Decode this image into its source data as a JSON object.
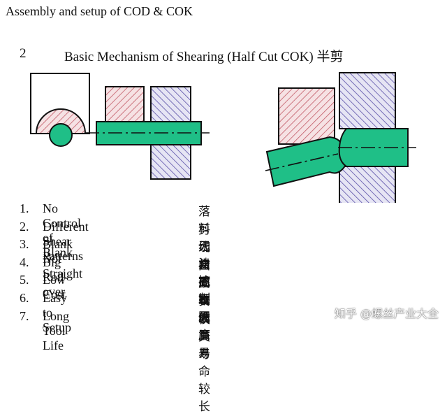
{
  "title": "Assembly and setup of COD & COK",
  "section": {
    "number": "2",
    "title": "Basic Mechanism of Shearing (Half Cut COK) 半剪"
  },
  "items": [
    {
      "num": "1.",
      "en": "No Control of Blank",
      "zh": "落料无法控制"
    },
    {
      "num": "2.",
      "en": "Different Shear Patterns",
      "zh": "剪切方式不同"
    },
    {
      "num": "3.",
      "en": "Blank Not Straight",
      "zh": "线材不直"
    },
    {
      "num": "4.",
      "en": "Big Roll-over",
      "zh": "曲面较大"
    },
    {
      "num": "5.",
      "en": "Low Cost",
      "zh": "成本低廉"
    },
    {
      "num": "6.",
      "en": "Easy to Setup",
      "zh": "安装简易"
    },
    {
      "num": "7.",
      "en": "Long Tool Life",
      "zh": "模具寿命较长"
    }
  ],
  "watermark": "知乎 @螺丝产业大全",
  "colors": {
    "wire": "#1fbf87",
    "red_hatch": "#c25a66",
    "blue_hatch": "#5a4fa8",
    "red_fill": "#f6e2e4",
    "blue_fill": "#e6e5f4"
  }
}
